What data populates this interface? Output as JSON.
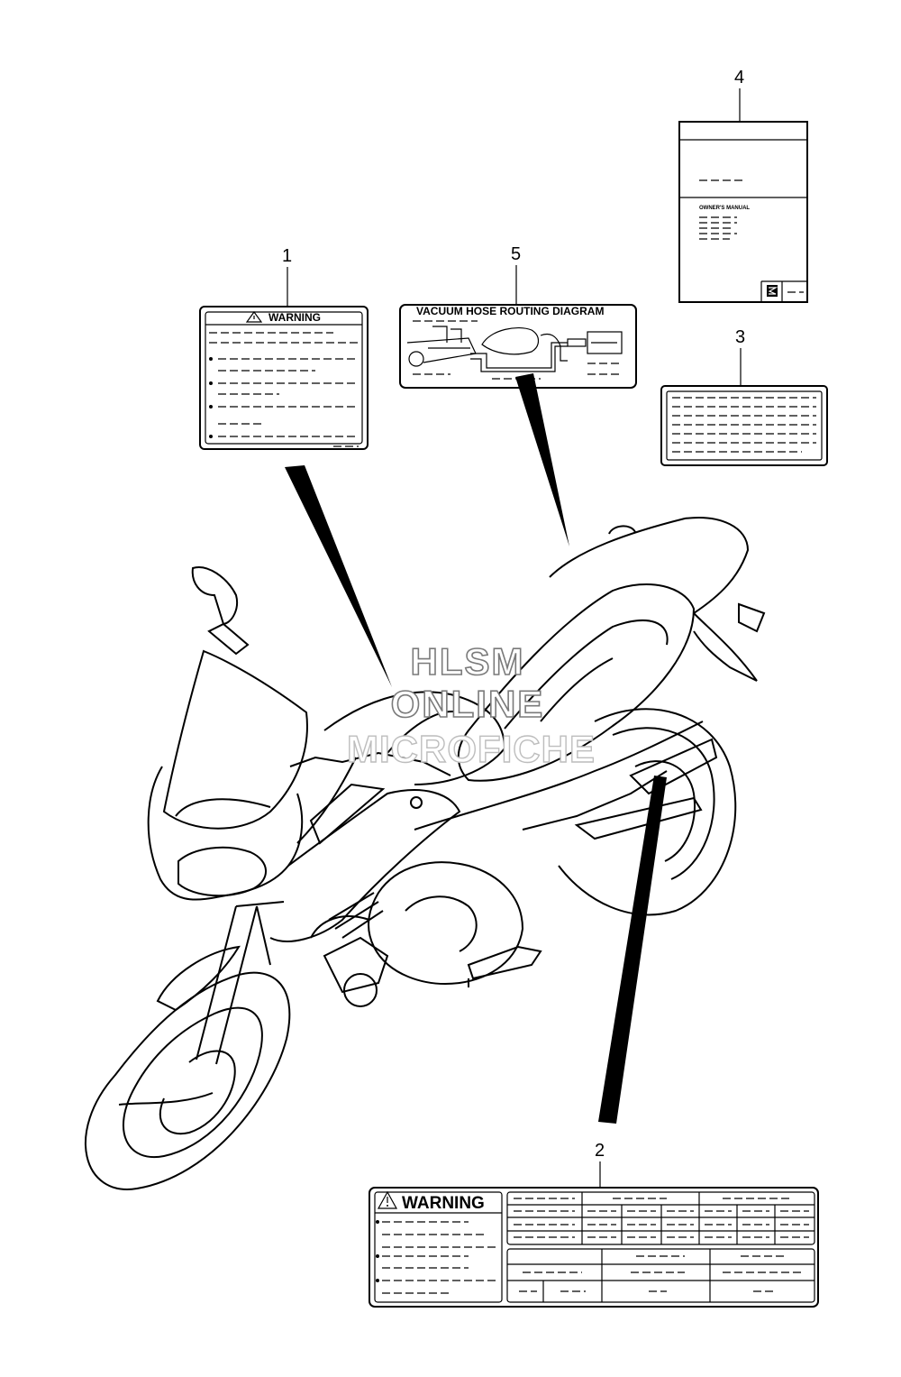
{
  "callouts": [
    "1",
    "2",
    "3",
    "4",
    "5"
  ],
  "label1": {
    "title": "WARNING",
    "icon": "warning-triangle-icon"
  },
  "label2": {
    "title": "WARNING",
    "icon": "warning-triangle-icon"
  },
  "label4": {
    "manual_title": "OWNER'S MANUAL",
    "logo": "suzuki-logo-icon"
  },
  "label5": {
    "title": "VACUUM HOSE ROUTING DIAGRAM"
  },
  "watermark": {
    "line1": "HLSM",
    "line2": "ONLINE",
    "line3": "MICROFICHE"
  }
}
